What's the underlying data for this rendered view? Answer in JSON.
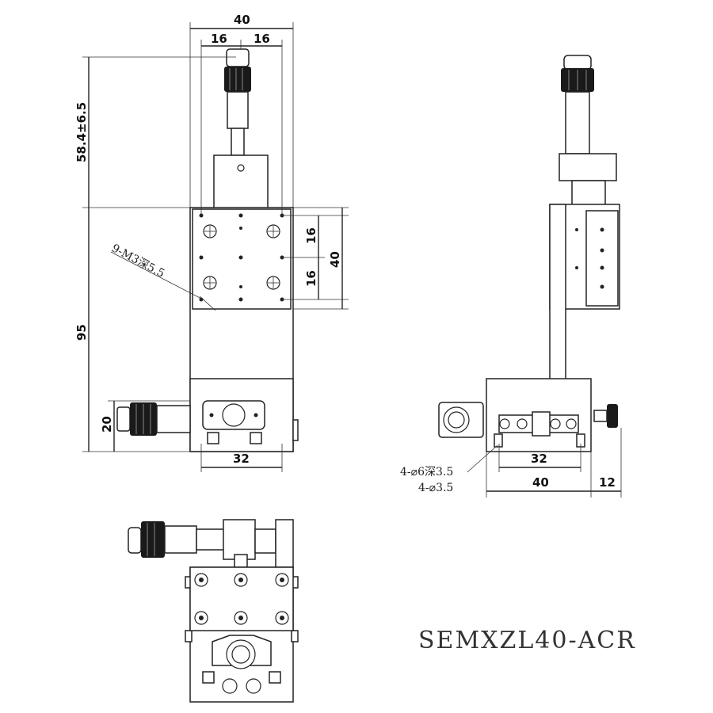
{
  "drawing": {
    "model": "SEMXZL40-ACR",
    "top_view": {
      "dim_width": "40",
      "dim_left_offset": "16",
      "dim_right_offset": "16",
      "dim_micrometer_height": "58.4±6.5",
      "dim_total_height": "95",
      "dim_base_height": "20",
      "dim_base_width": "32",
      "dim_hole_spacing_upper": "16",
      "dim_hole_spacing_lower": "16",
      "dim_table_height": "40",
      "hole_callout": "9-M3深5.5"
    },
    "side_view": {
      "hole_callout_counterbore": "4-⌀6深3.5",
      "hole_callout_thru": "4-⌀3.5",
      "dim_base_width": "32",
      "dim_total_width": "40",
      "dim_knob_offset": "12"
    }
  }
}
